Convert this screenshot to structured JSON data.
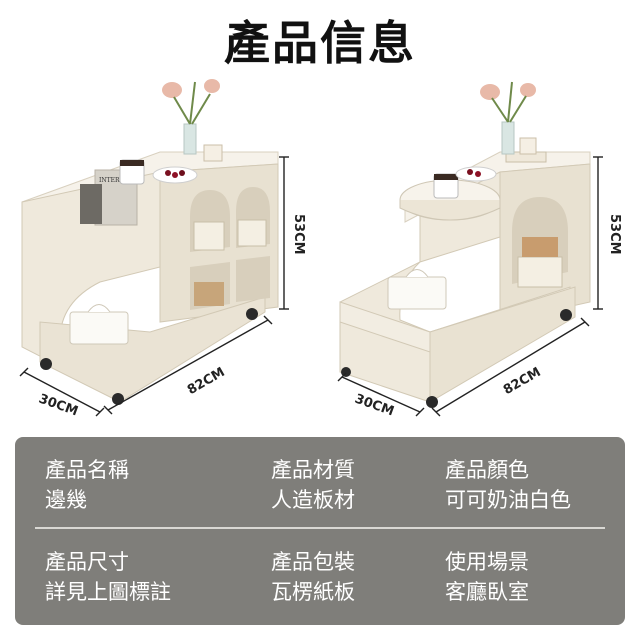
{
  "title": "產品信息",
  "dimensions": {
    "left": {
      "height": "53CM",
      "length": "82CM",
      "width": "30CM"
    },
    "right": {
      "height": "53CM",
      "length": "82CM",
      "width": "30CM"
    }
  },
  "book_cover_text": "INTERIOR",
  "info": [
    {
      "label": "產品名稱",
      "value": "邊幾"
    },
    {
      "label": "產品材質",
      "value": "人造板材"
    },
    {
      "label": "產品顏色",
      "value": "可可奶油白色"
    },
    {
      "label": "產品尺寸",
      "value": "詳見上圖標註"
    },
    {
      "label": "產品包裝",
      "value": "瓦楞紙板"
    },
    {
      "label": "使用場景",
      "value": "客廳臥室"
    }
  ],
  "colors": {
    "panel": "#7f7e7a",
    "cabinet": "#efe9dc",
    "text_light": "#ffffff"
  }
}
